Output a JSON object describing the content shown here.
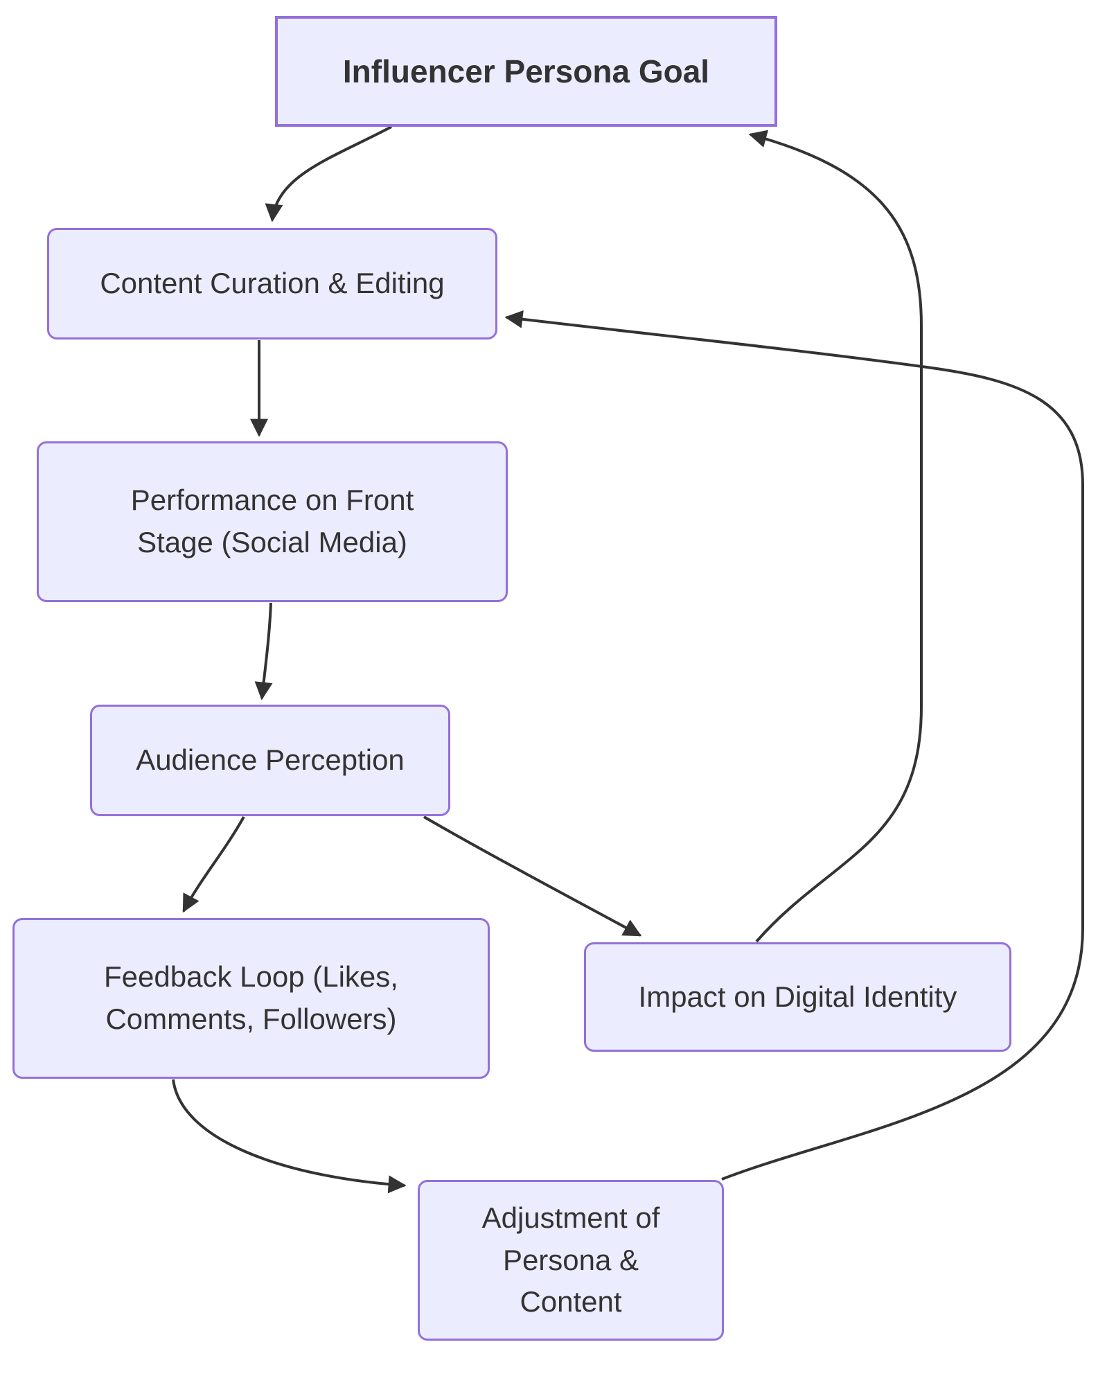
{
  "diagram": {
    "type": "flowchart",
    "background_color": "#ffffff",
    "node_fill_color": "#ECECFF",
    "node_border_color": "#9370DB",
    "edge_color": "#333333",
    "text_color": "#333333",
    "nodes": [
      {
        "id": "goal",
        "label": "Influencer Persona Goal",
        "shape": "rectangle",
        "bold": true
      },
      {
        "id": "content",
        "label": "Content Curation & Editing",
        "shape": "rounded",
        "bold": false
      },
      {
        "id": "performance",
        "label": "Performance on Front\nStage (Social Media)",
        "shape": "rounded",
        "bold": false
      },
      {
        "id": "audience",
        "label": "Audience Perception",
        "shape": "rounded",
        "bold": false
      },
      {
        "id": "feedback",
        "label": "Feedback Loop (Likes,\nComments, Followers)",
        "shape": "rounded",
        "bold": false
      },
      {
        "id": "impact",
        "label": "Impact on Digital Identity",
        "shape": "rounded",
        "bold": false
      },
      {
        "id": "adjustment",
        "label": "Adjustment of Persona &\nContent",
        "shape": "rounded",
        "bold": false
      }
    ],
    "edges": [
      {
        "from": "goal",
        "to": "content"
      },
      {
        "from": "content",
        "to": "performance"
      },
      {
        "from": "performance",
        "to": "audience"
      },
      {
        "from": "audience",
        "to": "feedback"
      },
      {
        "from": "audience",
        "to": "impact"
      },
      {
        "from": "feedback",
        "to": "adjustment"
      },
      {
        "from": "impact",
        "to": "goal"
      },
      {
        "from": "adjustment",
        "to": "content"
      }
    ]
  }
}
